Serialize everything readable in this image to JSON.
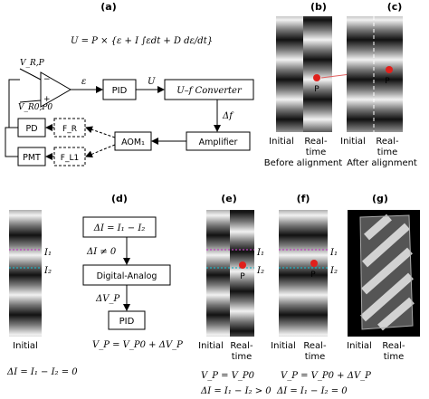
{
  "panels": {
    "a": {
      "label": "(a)",
      "equation": "U = P × {ε + I ∫εdt + D dε/dt}",
      "inputs": {
        "vrp": "V_R,P",
        "vr0": "V_R0,P0"
      },
      "signals": {
        "epsilon": "ε",
        "u": "U",
        "delta_f": "Δf"
      },
      "opamp_signs": {
        "minus": "−",
        "plus": "+"
      },
      "blocks": {
        "pid": "PID",
        "converter": "U–f Converter",
        "amplifier": "Amplifier",
        "aom": "AOM₁",
        "pd": "PD",
        "pmt": "PMT",
        "fr": "F_R",
        "fl1": "F_L1"
      }
    },
    "b": {
      "label": "(b)",
      "point": "P",
      "caption_left": "Initial",
      "caption_right_1": "Real-",
      "caption_right_2": "time",
      "caption_bottom": "Before alignment"
    },
    "c": {
      "label": "(c)",
      "point": "P",
      "caption_left": "Initial",
      "caption_right_1": "Real-",
      "caption_right_2": "time",
      "caption_bottom": "After alignment"
    },
    "d": {
      "label": "(d)",
      "i1": "I₁",
      "i2": "I₂",
      "caption": "Initial",
      "flow": {
        "step1": "ΔI = I₁ − I₂",
        "cond": "ΔI ≠ 0",
        "step2": "Digital-Analog",
        "dvp": "ΔV_P",
        "step3": "PID",
        "result": "V_P = V_P0 + ΔV_P"
      },
      "bottom_eq": "ΔI = I₁ − I₂ = 0"
    },
    "e": {
      "label": "(e)",
      "i1": "I₁",
      "i2": "I₂",
      "point": "P",
      "caption_left": "Initial",
      "caption_right_1": "Real-",
      "caption_right_2": "time",
      "eq1": "V_P = V_P0",
      "eq2": "ΔI = I₁ − I₂ > 0"
    },
    "f": {
      "label": "(f)",
      "i1": "I₁",
      "i2": "I₂",
      "point": "P",
      "caption_left": "Initial",
      "caption_right_1": "Real-",
      "caption_right_2": "time",
      "eq1": "V_P = V_P0 + ΔV_P",
      "eq2": "ΔI = I₁ − I₂ = 0"
    },
    "g": {
      "label": "(g)",
      "caption_left": "Initial",
      "caption_right_1": "Real-",
      "caption_right_2": "time"
    }
  },
  "colors": {
    "point": "#e0201c",
    "marker_magenta": "#c040c0",
    "marker_cyan": "#20b0c0",
    "arrow_red": "#e06060"
  }
}
